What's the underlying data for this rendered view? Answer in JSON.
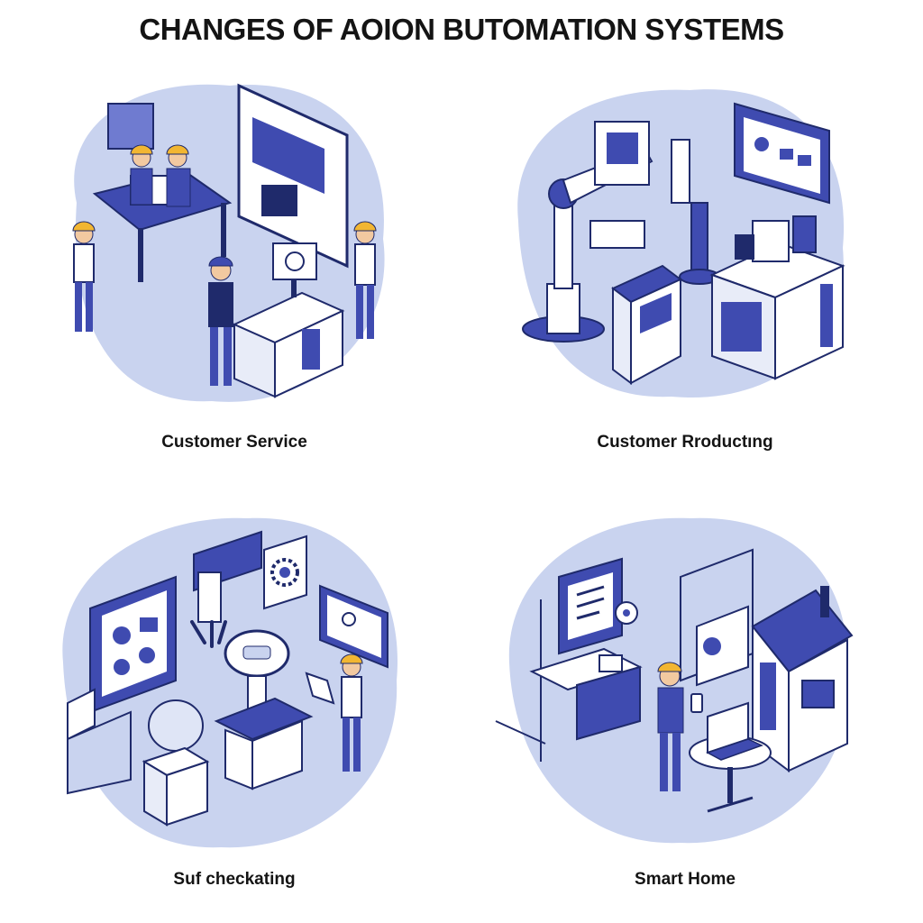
{
  "title": "CHANGES OF AOION BUTOMATION SYSTEMS",
  "colors": {
    "blob": "#c9d3ef",
    "blob_dark": "#aebde8",
    "primary": "#3f4bb0",
    "outline": "#1f2a6b",
    "helmet": "#f2b632",
    "white": "#ffffff"
  },
  "panels": [
    {
      "label": "Customer Service",
      "icons": [
        "worker-icon",
        "monitor-icon",
        "kiosk-icon"
      ]
    },
    {
      "label": "Customer Rroductıng",
      "icons": [
        "robot-arm-icon",
        "screen-icon",
        "machine-icon"
      ]
    },
    {
      "label": "Suf checkating",
      "icons": [
        "display-board-icon",
        "gear-icon",
        "robot-icon",
        "laptop-icon"
      ]
    },
    {
      "label": "Smart Home",
      "icons": [
        "house-icon",
        "smartphone-icon",
        "laptop-icon",
        "location-pin-icon"
      ]
    }
  ]
}
